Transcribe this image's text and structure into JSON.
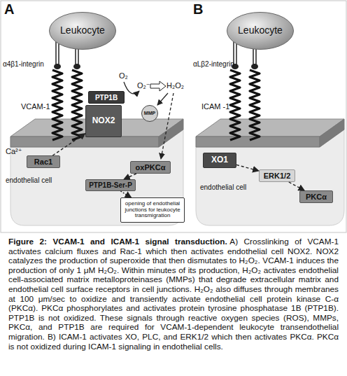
{
  "diagram": {
    "title": "Figure 2: VCAM-1 and ICAM-1 signal transduction.",
    "caption": "A) Crosslinking of VCAM-1 activates calcium fluxes and Rac-1 which then activates endothelial cell NOX2. NOX2 catalyzes the production of superoxide that then dismutates to H₂O₂. VCAM-1 induces the production of only 1 μM H₂O₂. Within minutes of its production, H₂O₂ activates endothelial cell-associated matrix metalloproteinases (MMPs) that degrade extracellular matrix and endothelial cell surface receptors in cell junctions. H₂O₂ also diffuses through membranes at 100 μm/sec to oxidize and transiently activate endothelial cell protein kinase C-α (PKCα). PKCα phosphorylates and activates protein tyrosine phosphatase 1B (PTP1B). PTP1B is not oxidized. These signals through reactive oxygen species (ROS), MMPs, PKCα, and PTP1B are required for VCAM-1-dependent leukocyte transendothelial migration. B) ICAM-1 activates XO, PLC, and ERK1/2 which then activates PKCα. PKCα is not oxidized during ICAM-1 signaling in endothelial cells.",
    "nodes": [
      {
        "text": [
          "Leukocyte"
        ]
      },
      {
        "text": [
          "PTP1B"
        ]
      },
      {
        "text": [
          "NOX2"
        ]
      },
      {
        "text": [
          "MMP"
        ]
      },
      {
        "text": [
          "Rac1"
        ]
      },
      {
        "text": [
          "oxPKCα"
        ]
      },
      {
        "text": [
          "PTP1B-Ser-P"
        ]
      },
      {
        "text": [
          "opening of endothelial junctions for leukocyte transmigration"
        ]
      },
      {
        "text": [
          "Leukocyte"
        ]
      },
      {
        "text": [
          "XO1"
        ]
      },
      {
        "text": [
          "ERK1/2"
        ]
      },
      {
        "text": [
          "PKCα"
        ]
      }
    ],
    "edges": [
      {
        "from": 4,
        "to": 2,
        "arrow": "to"
      },
      {
        "from": 5,
        "to": 6,
        "arrow": "to"
      },
      {
        "from": 6,
        "to": 7,
        "arrow": "to"
      },
      {
        "from": 9,
        "to": 10,
        "arrow": "to"
      },
      {
        "from": 10,
        "to": 11,
        "arrow": "to"
      }
    ],
    "labels": [
      "A",
      "α4β1-integrin",
      "VCAM-1",
      "O₂",
      "O₂⁻",
      "H₂O₂",
      "Ca²⁺",
      "endothelial cell",
      "B",
      "αLβ2-integrin",
      "ICAM -1",
      "endothelial cell"
    ]
  }
}
